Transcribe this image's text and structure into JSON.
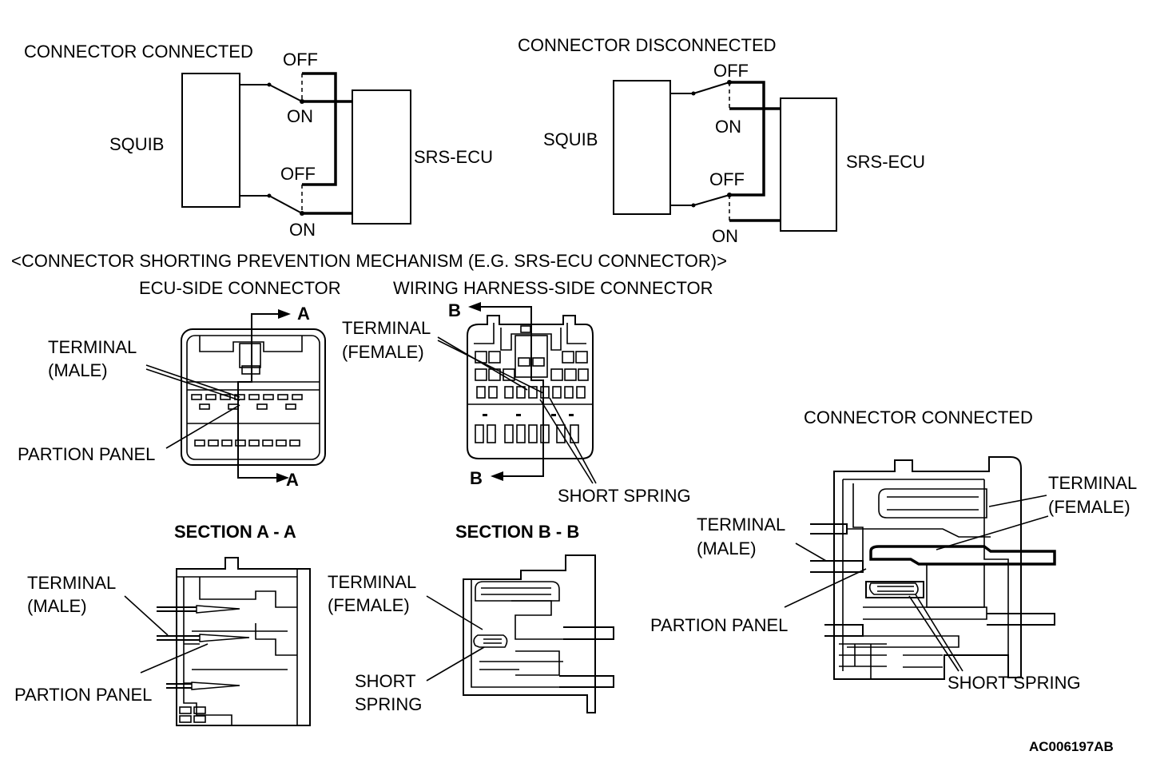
{
  "schematic_connected": {
    "title": "CONNECTOR CONNECTED",
    "squib": "SQUIB",
    "ecu": "SRS-ECU",
    "switch1_off": "OFF",
    "switch1_on": "ON",
    "switch2_off": "OFF",
    "switch2_on": "ON"
  },
  "schematic_disconnected": {
    "title": "CONNECTOR DISCONNECTED",
    "squib": "SQUIB",
    "ecu": "SRS-ECU",
    "switch1_off": "OFF",
    "switch1_on": "ON",
    "switch2_off": "OFF",
    "switch2_on": "ON"
  },
  "mechanism_title": "<CONNECTOR SHORTING PREVENTION MECHANISM (E.G. SRS-ECU CONNECTOR)>",
  "ecu_side": {
    "title": "ECU-SIDE CONNECTOR",
    "terminal_line1": "TERMINAL",
    "terminal_line2": "(MALE)",
    "panel": "PARTION PANEL",
    "arrow_top": "A",
    "arrow_bottom": "A"
  },
  "harness_side": {
    "title": "WIRING HARNESS-SIDE CONNECTOR",
    "terminal_line1": "TERMINAL",
    "terminal_line2": "(FEMALE)",
    "spring": "SHORT SPRING",
    "arrow_top": "B",
    "arrow_bottom": "B"
  },
  "section_aa": {
    "title": "SECTION A - A",
    "terminal_line1": "TERMINAL",
    "terminal_line2": "(MALE)",
    "panel": "PARTION PANEL"
  },
  "section_bb": {
    "title": "SECTION B - B",
    "terminal_line1": "TERMINAL",
    "terminal_line2": "(FEMALE)",
    "spring_line1": "SHORT",
    "spring_line2": "SPRING"
  },
  "connected_view": {
    "title": "CONNECTOR CONNECTED",
    "terminal_female_line1": "TERMINAL",
    "terminal_female_line2": "(FEMALE)",
    "terminal_male_line1": "TERMINAL",
    "terminal_male_line2": "(MALE)",
    "panel": "PARTION PANEL",
    "spring": "SHORT SPRING"
  },
  "figure_code": "AC006197AB"
}
